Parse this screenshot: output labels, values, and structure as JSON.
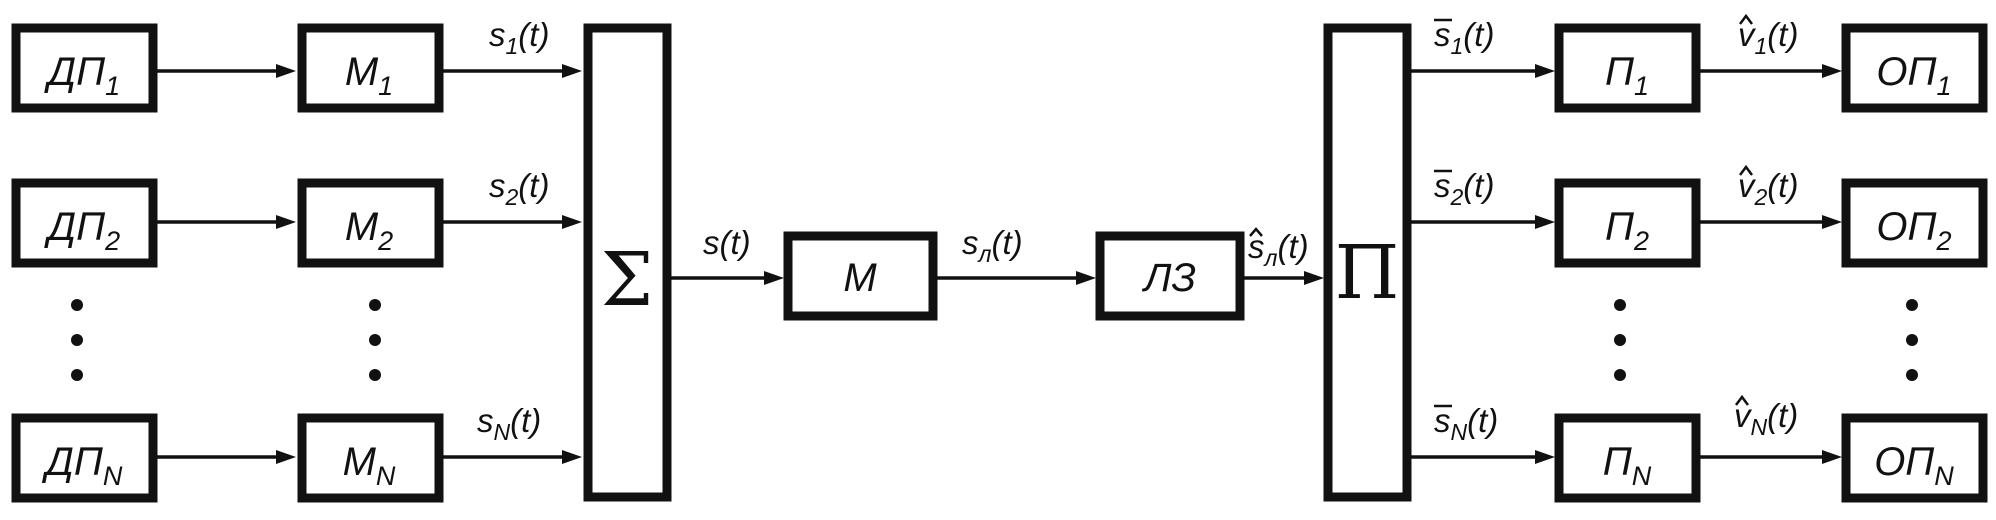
{
  "diagram": {
    "sources": [
      {
        "base": "ДП",
        "sub": "1"
      },
      {
        "base": "ДП",
        "sub": "2"
      },
      {
        "base": "ДП",
        "sub": "N"
      }
    ],
    "modulators": [
      {
        "base": "M",
        "sub": "1"
      },
      {
        "base": "M",
        "sub": "2"
      },
      {
        "base": "M",
        "sub": "N"
      }
    ],
    "mod_signals": [
      {
        "base": "s",
        "sub": "1",
        "arg": "(t)"
      },
      {
        "base": "s",
        "sub": "2",
        "arg": "(t)"
      },
      {
        "base": "s",
        "sub": "N",
        "arg": "(t)"
      }
    ],
    "summator": {
      "symbol": "Σ"
    },
    "sum_signal": {
      "base": "s",
      "arg": "(t)"
    },
    "line_modulator": {
      "label": "M"
    },
    "line_signal": {
      "base": "s",
      "sub": "л",
      "arg": "(t)"
    },
    "channel": {
      "label": "ЛЗ"
    },
    "received_signal": {
      "base": "s",
      "sub": "л",
      "arg": "(t)",
      "mark": "hat"
    },
    "demux": {
      "symbol": "Π"
    },
    "split_signals": [
      {
        "base": "s",
        "sub": "1",
        "arg": "(t)",
        "mark": "bar"
      },
      {
        "base": "s",
        "sub": "2",
        "arg": "(t)",
        "mark": "bar"
      },
      {
        "base": "s",
        "sub": "N",
        "arg": "(t)",
        "mark": "bar"
      }
    ],
    "receivers": [
      {
        "base": "П",
        "sub": "1"
      },
      {
        "base": "П",
        "sub": "2"
      },
      {
        "base": "П",
        "sub": "N"
      }
    ],
    "output_signals": [
      {
        "base": "v",
        "sub": "1",
        "arg": "(t)",
        "mark": "hat"
      },
      {
        "base": "v",
        "sub": "2",
        "arg": "(t)",
        "mark": "hat"
      },
      {
        "base": "v",
        "sub": "N",
        "arg": "(t)",
        "mark": "hat"
      }
    ],
    "sinks": [
      {
        "base": "ОП",
        "sub": "1"
      },
      {
        "base": "ОП",
        "sub": "2"
      },
      {
        "base": "ОП",
        "sub": "N"
      }
    ],
    "ellipsis_symbol": "⋮"
  }
}
